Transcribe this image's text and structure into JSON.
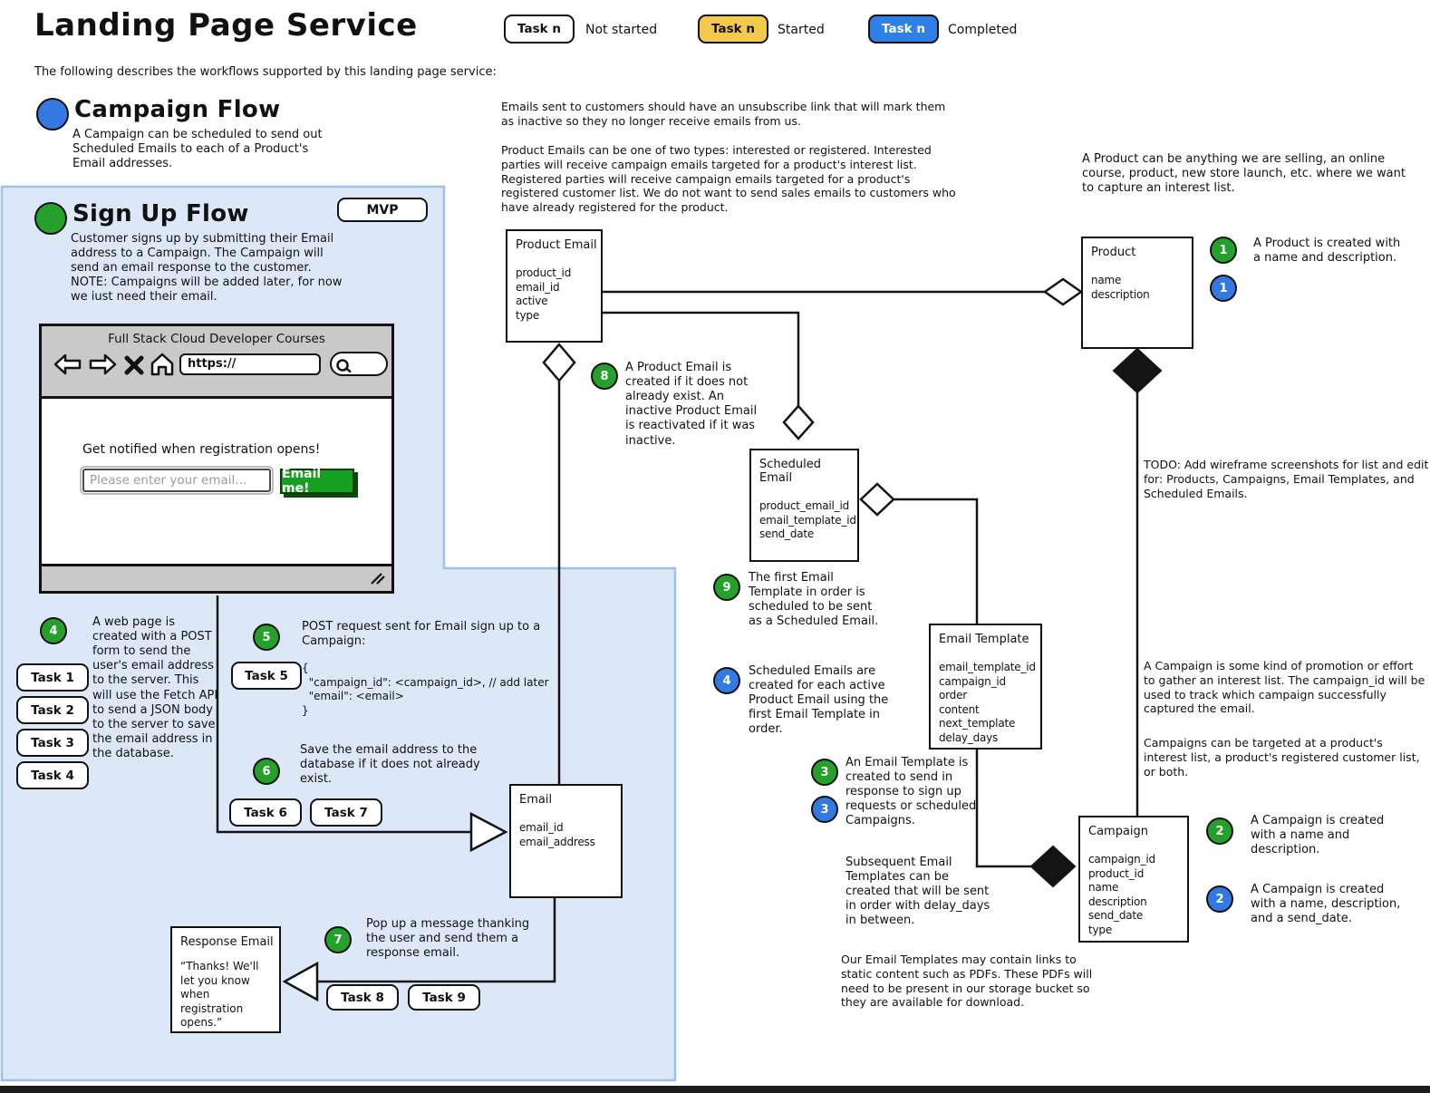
{
  "title": "Landing Page Service",
  "subtitle": "The following describes the workflows supported by this landing page service:",
  "legend": {
    "items": [
      {
        "label": "Task n",
        "status": "Not started"
      },
      {
        "label": "Task n",
        "status": "Started"
      },
      {
        "label": "Task n",
        "status": "Completed"
      }
    ]
  },
  "colors": {
    "green": "#25a02b",
    "blue": "#3479e1",
    "chip_yellow": "#f2c84d",
    "chip_blue": "#2e80e4",
    "panel_blue": "#dce8f8",
    "chrome_gray": "#c9c9c9",
    "button_green": "#16a021"
  },
  "flows": {
    "campaign": {
      "title": "Campaign Flow",
      "description": "A Campaign can be scheduled to send out Scheduled Emails to each of a Product's Email addresses."
    },
    "signup": {
      "title": "Sign Up Flow",
      "badge": "MVP",
      "description": "Customer signs up by submitting their Email address to a Campaign. The Campaign will send an email response to the customer. NOTE: Campaigns will be added later, for now we iust need their email."
    }
  },
  "wireframe": {
    "title": "Full Stack Cloud Developer Courses",
    "url": "https://",
    "headline": "Get notified when registration opens!",
    "email_placeholder": "Please enter your email...",
    "button": "Email me!"
  },
  "tasks": {
    "group1": [
      "Task 1",
      "Task 2",
      "Task 3",
      "Task 4"
    ],
    "group2": [
      "Task 5"
    ],
    "group3": [
      "Task 6",
      "Task 7"
    ],
    "group4": [
      "Task 8",
      "Task 9"
    ]
  },
  "notes": {
    "web_page": {
      "num": "4",
      "text": "A web page is created with a POST form to send the user's email address to the server. This will use the Fetch API to send a JSON body to the server to save the email address in the database."
    },
    "post_request": {
      "num": "5",
      "text": "POST request sent for Email sign up to a Campaign:",
      "code": "{\n  \"campaign_id\": <campaign_id>, // add later\n  \"email\": <email>\n}"
    },
    "save_email": {
      "num": "6",
      "text": "Save the email address to the database if it does not already exist."
    },
    "popup": {
      "num": "7",
      "text": "Pop up a message thanking the user and send them a response email."
    },
    "product_email_rule": {
      "num": "8",
      "text": "A Product Email is created if it does not already exist. An inactive Product Email is reactivated if it was inactive."
    },
    "first_template": {
      "num": "9",
      "text": "The first Email Template in order is scheduled to be sent as a Scheduled Email."
    },
    "scheduled_emails": {
      "num": "4",
      "text": "Scheduled Emails are created for each active Product Email using the first Email Template in order."
    },
    "email_template_rule": {
      "num_green": "3",
      "num_blue": "3",
      "text": "An Email Template is created to send in response to sign up requests or scheduled Campaigns.",
      "text2": "Subsequent Email Templates can be created that will be sent in order with delay_days in between."
    },
    "product_rule": {
      "num_green": "1",
      "num_blue": "1",
      "text": "A Product is created with a name and description."
    },
    "campaign_rule_green": {
      "num": "2",
      "text": "A Campaign is created with a name and description."
    },
    "campaign_rule_blue": {
      "num": "2",
      "text": "A Campaign is created with a name, description, and a send_date."
    }
  },
  "paragraphs": {
    "unsubscribe": "Emails sent to customers should have an unsubscribe link that will mark them as inactive so they no longer receive emails from us.",
    "product_email_types": "Product Emails can be one of two types: interested or registered. Interested parties will receive campaign emails targeted for a product's interest list. Registered parties will receive campaign emails targeted for a product's registered customer list. We do not want to send sales emails to customers who have already registered for the product.",
    "product_note": "A Product can be anything we are selling, an online course, product, new store launch, etc. where we want to capture an interest list.",
    "todo": "TODO: Add wireframe screenshots for list and edit for: Products, Campaigns, Email Templates, and Scheduled Emails.",
    "campaign_note1": "A Campaign is some kind of promotion or effort to gather an interest list. The campaign_id will be used to track which campaign successfully captured the email.",
    "campaign_note2": "Campaigns can be targeted at a product's interest list, a product's registered customer list, or both.",
    "pdf_note": "Our Email Templates may contain links to static content such as PDFs. These PDFs will need to be present in our storage bucket so they are available for download."
  },
  "entities": {
    "product_email": {
      "title": "Product Email",
      "fields": [
        "product_id",
        "email_id",
        "active",
        "type"
      ]
    },
    "product": {
      "title": "Product",
      "fields": [
        "name",
        "description"
      ]
    },
    "scheduled_email": {
      "title": "Scheduled Email",
      "fields": [
        "product_email_id",
        "email_template_id",
        "send_date"
      ]
    },
    "email_template": {
      "title": "Email Template",
      "fields": [
        "email_template_id",
        "campaign_id",
        "order",
        "content",
        "next_template",
        "delay_days"
      ]
    },
    "email": {
      "title": "Email",
      "fields": [
        "email_id",
        "email_address"
      ]
    },
    "campaign": {
      "title": "Campaign",
      "fields": [
        "campaign_id",
        "product_id",
        "name",
        "description",
        "send_date",
        "type"
      ]
    },
    "response_email": {
      "title": "Response Email",
      "body": "“Thanks! We'll let you know when registration opens.”"
    }
  }
}
